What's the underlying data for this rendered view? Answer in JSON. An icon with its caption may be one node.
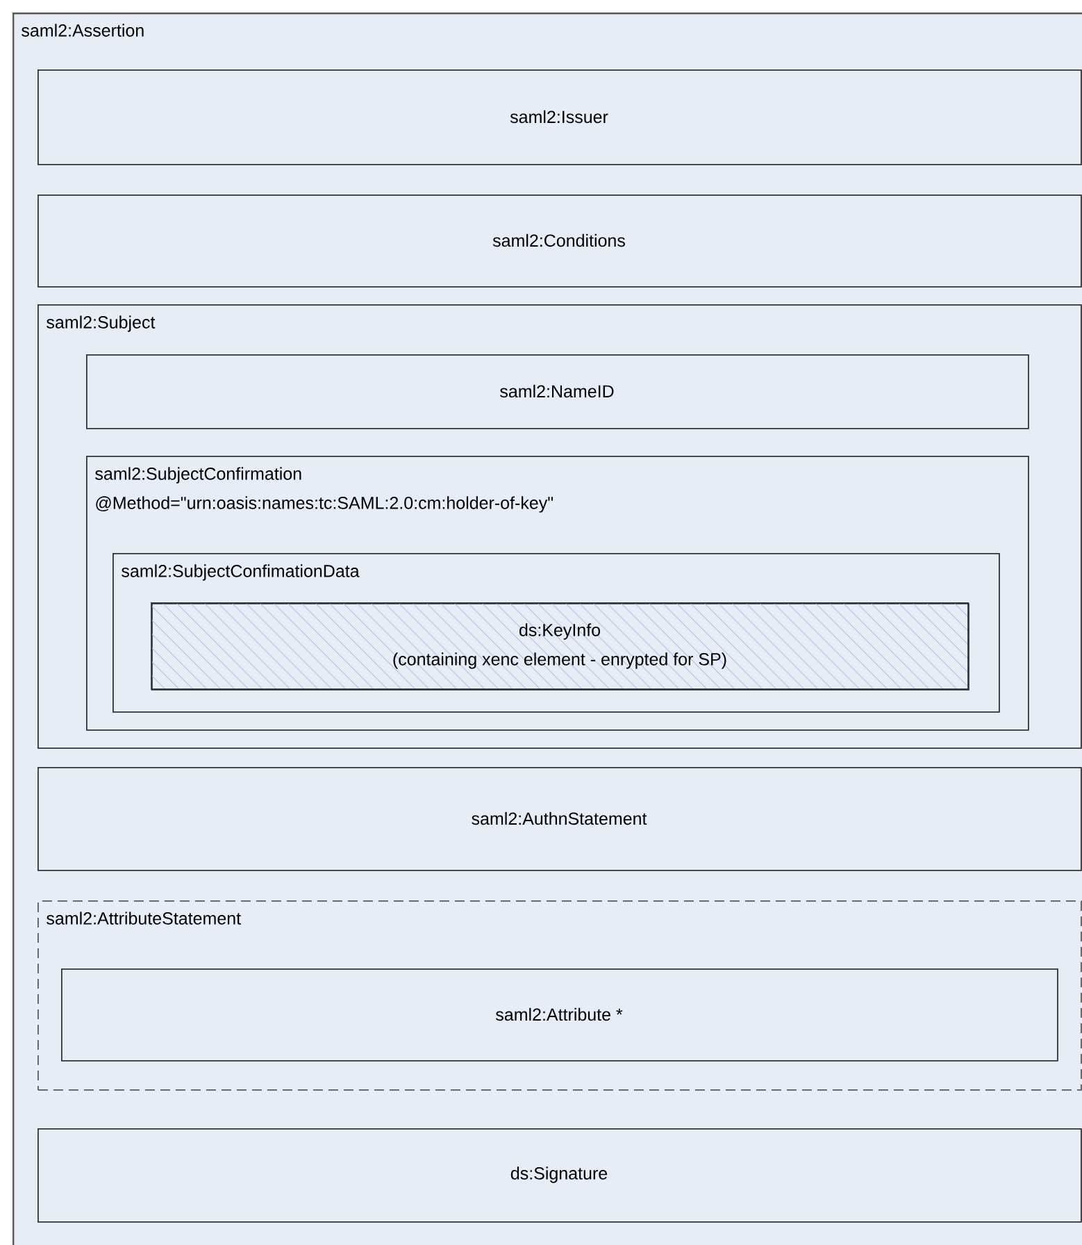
{
  "diagram": {
    "nodes": [
      {
        "text": [
          "saml2:Assertion"
        ]
      },
      {
        "text": [
          "saml2:Issuer"
        ],
        "in": 0
      },
      {
        "text": [
          "saml2:Conditions"
        ],
        "in": 0
      },
      {
        "text": [
          "saml2:Subject"
        ],
        "in": 0
      },
      {
        "text": [
          "saml2:NameID"
        ],
        "in": 3
      },
      {
        "text": [
          "saml2:SubjectConfirmation",
          "@Method=\"urn:oasis:names:tc:SAML:2.0:cm:holder-of-key\""
        ],
        "in": 3
      },
      {
        "text": [
          "saml2:SubjectConfimationData"
        ],
        "in": 5
      },
      {
        "text": [
          "ds:KeyInfo",
          "(containing xenc element - enrypted for SP)"
        ],
        "in": 6
      },
      {
        "text": [
          "saml2:AuthnStatement"
        ],
        "in": 0
      },
      {
        "text": [
          "saml2:AttributeStatement"
        ],
        "in": 0
      },
      {
        "text": [
          "saml2:Attribute *"
        ],
        "in": 9
      },
      {
        "text": [
          "ds:Signature"
        ],
        "in": 0
      }
    ]
  }
}
